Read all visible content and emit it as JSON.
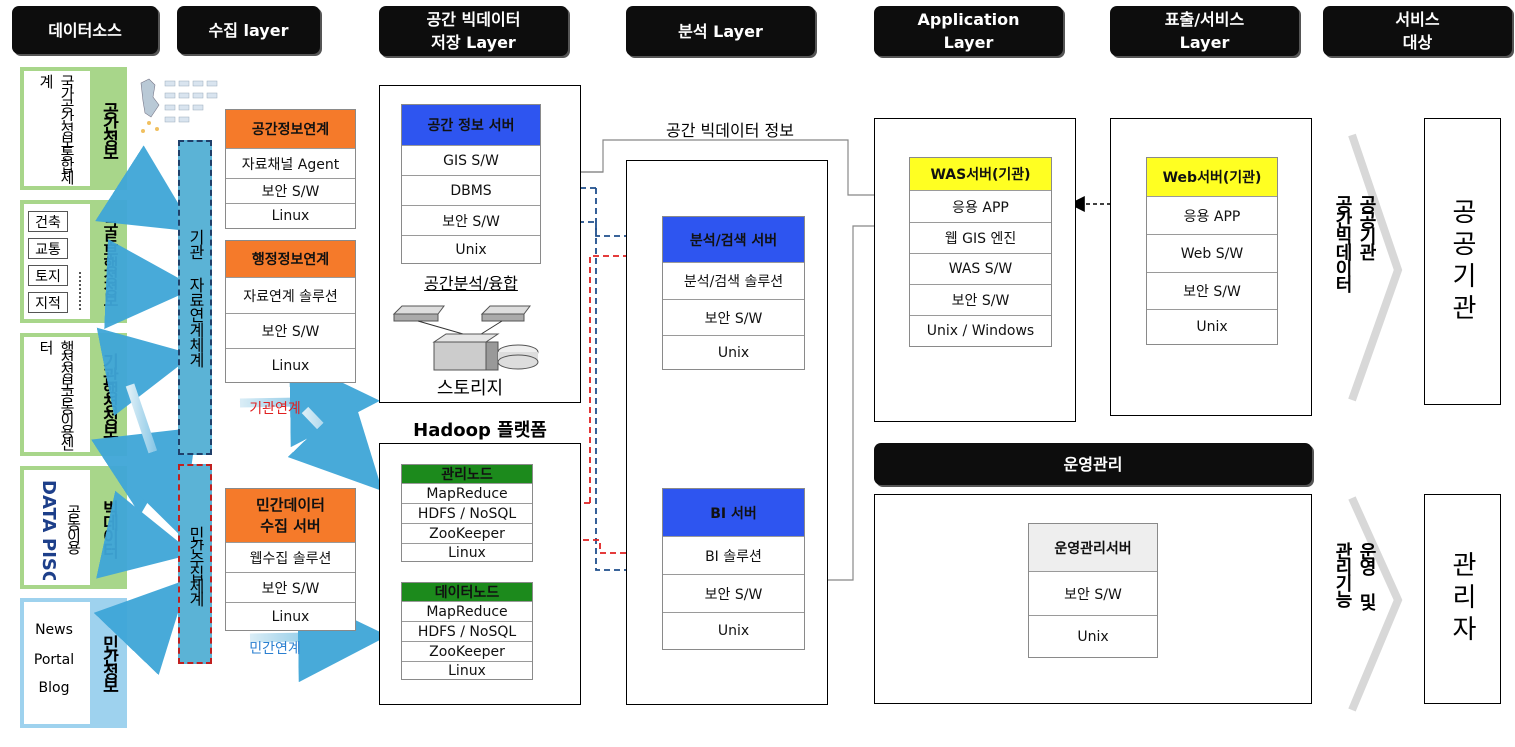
{
  "headers": {
    "data_source": "데이터소스",
    "collect": "수집 layer",
    "storage": "공간 빅데이터\n저장 Layer",
    "analysis": "분석 Layer",
    "application": "Application\nLayer",
    "display": "표출/서비스\nLayer",
    "target": "서비스\n대상"
  },
  "sources": {
    "spatial": {
      "category": "공간정보",
      "desc": "국가공간정보통합체계"
    },
    "molit": {
      "category": "국토부행정정보",
      "items": [
        "건축",
        "교통",
        "토지",
        "지적"
      ]
    },
    "agency": {
      "category": "기관행정정보",
      "desc": "행정정보공동이용센터"
    },
    "bigdata": {
      "category": "빅데이터",
      "desc": "공동이용"
    },
    "private": {
      "category": "민간정보",
      "items": [
        "News",
        "Portal",
        "Blog"
      ]
    }
  },
  "collect": {
    "agency_link_system": "기관 자료연계체계",
    "private_collect_system": "민간수집체계",
    "spatial_link": {
      "title": "공간정보연계",
      "rows": [
        "자료채널 Agent",
        "보안 S/W",
        "Linux"
      ]
    },
    "admin_link": {
      "title": "행정정보연계",
      "rows": [
        "자료연계 솔루션",
        "보안 S/W",
        "Linux"
      ]
    },
    "private_server": {
      "title": "민간데이터\n수집 서버",
      "rows": [
        "웹수집 솔루션",
        "보안 S/W",
        "Linux"
      ]
    },
    "agency_link_label": "기관연계",
    "private_link_label": "민간연계"
  },
  "storage": {
    "spatial_server": {
      "title": "공간 정보 서버",
      "rows": [
        "GIS S/W",
        "DBMS",
        "보안 S/W",
        "Unix"
      ]
    },
    "fusion_label": "공간분석/융합",
    "storage_label": "스토리지",
    "hadoop_title": "Hadoop 플랫폼",
    "manage_node": {
      "title": "관리노드",
      "rows": [
        "MapReduce",
        "HDFS / NoSQL",
        "ZooKeeper",
        "Linux"
      ]
    },
    "data_node": {
      "title": "데이터노드",
      "rows": [
        "MapReduce",
        "HDFS / NoSQL",
        "ZooKeeper",
        "Linux"
      ]
    }
  },
  "flow_label": "공간 빅데이터 정보",
  "analysis": {
    "search_server": {
      "title": "분석/검색 서버",
      "rows": [
        "분석/검색 솔루션",
        "보안 S/W",
        "Unix"
      ]
    },
    "bi_server": {
      "title": "BI 서버",
      "rows": [
        "BI 솔루션",
        "보안 S/W",
        "Unix"
      ]
    }
  },
  "application": {
    "was_server": {
      "title": "WAS서버(기관)",
      "rows": [
        "응용 APP",
        "웹 GIS 엔진",
        "WAS S/W",
        "보안 S/W",
        "Unix / Windows"
      ]
    }
  },
  "display": {
    "web_server": {
      "title": "Web서버(기관)",
      "rows": [
        "응용 APP",
        "Web S/W",
        "보안 S/W",
        "Unix"
      ]
    }
  },
  "ops": {
    "header": "운영관리",
    "server": {
      "title": "운영관리서버",
      "rows": [
        "보안 S/W",
        "Unix"
      ]
    }
  },
  "targets": {
    "public_flow": "공공기관\n공간빅데이터",
    "public": "공공기관",
    "admin_flow": "운영 및\n관리기능",
    "admin": "관리자"
  },
  "colors": {
    "header_bg": "#0d0d0d",
    "blue_head": "#2e55f0",
    "orange_head": "#f57a2a",
    "yellow_head": "#ffff22",
    "green_head": "#1c8a1c",
    "source_green": "#a8d68a",
    "source_blue": "#9ed2ee",
    "link_bar": "#5bb3d6",
    "dash_blue": "#1f4e8c",
    "dash_red": "#e02020"
  }
}
